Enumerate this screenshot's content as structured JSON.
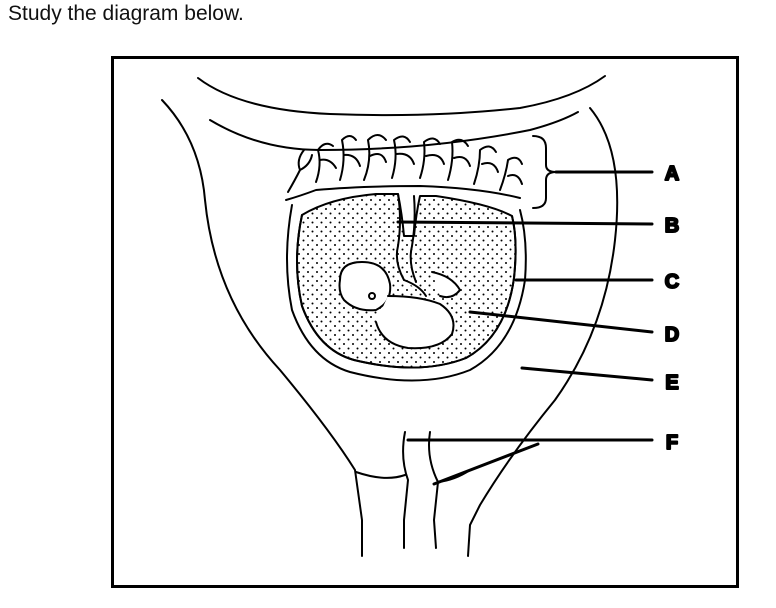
{
  "instruction": "Study the diagram below.",
  "labels": [
    "A",
    "B",
    "C",
    "D",
    "E",
    "F"
  ],
  "colors": {
    "ink": "#000000",
    "background": "#ffffff"
  }
}
